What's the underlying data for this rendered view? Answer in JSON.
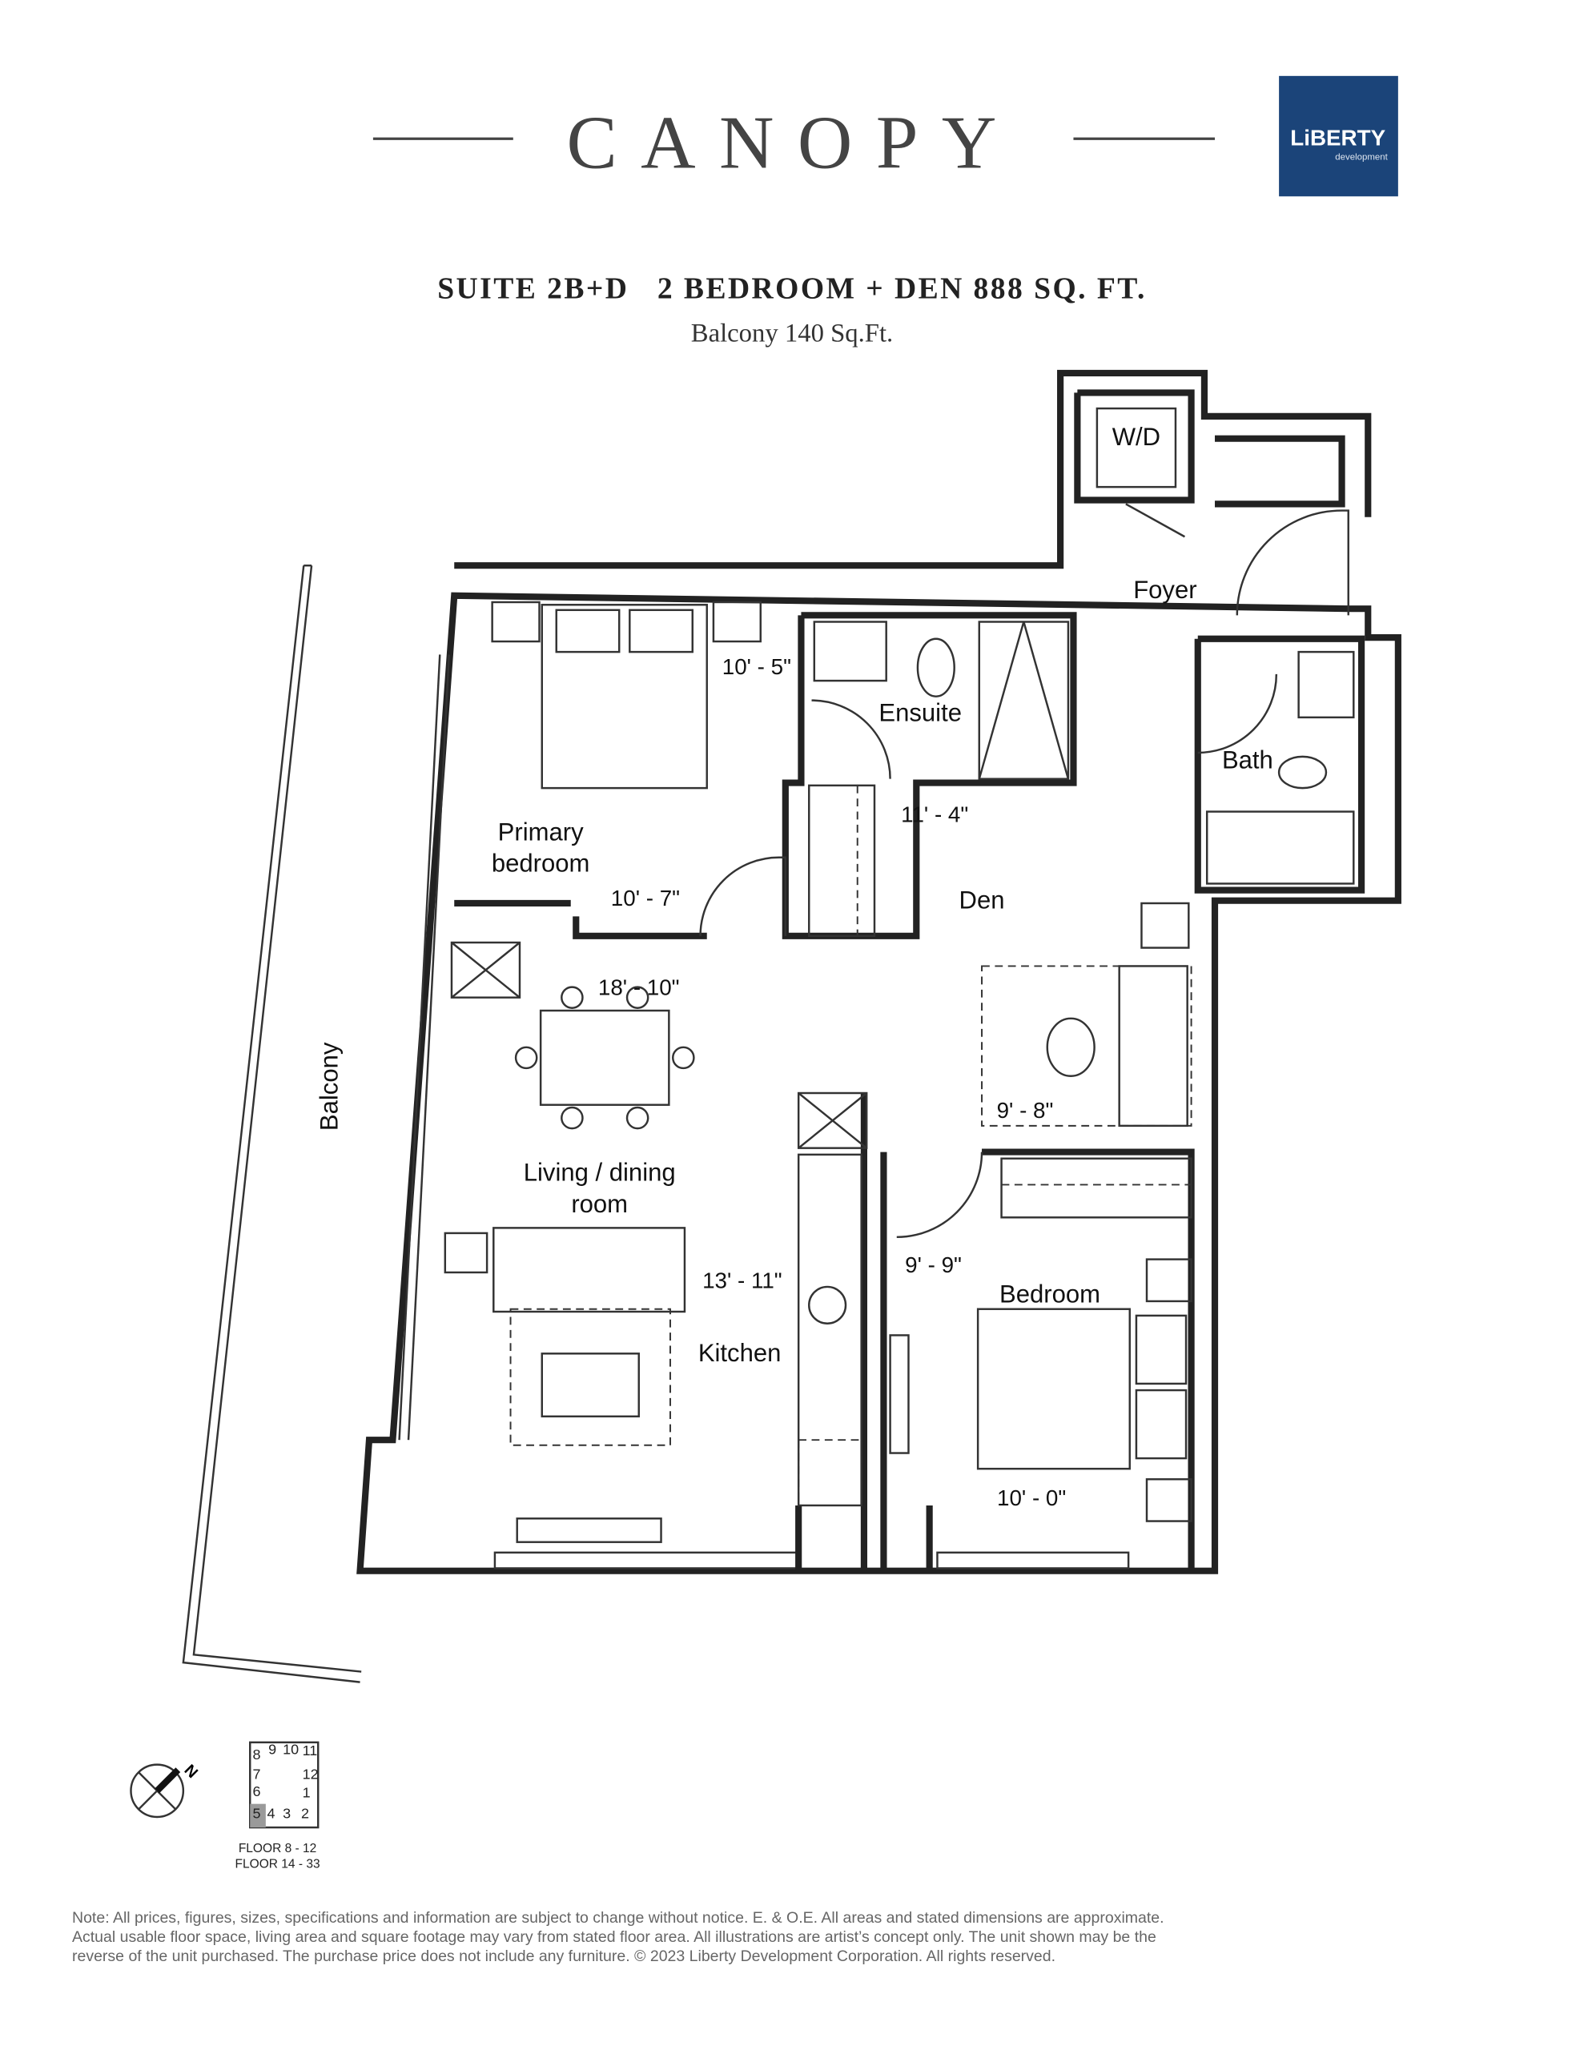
{
  "header": {
    "project_name": "CANOPY",
    "developer_logo": {
      "name": "LiBERTY",
      "sub": "development",
      "color": "#1b4479"
    }
  },
  "suite": {
    "title": "SUITE 2B+D   2 BEDROOM + DEN 888 SQ. FT.",
    "balcony": "Balcony 140 Sq.Ft."
  },
  "rooms": {
    "wd": "W/D",
    "foyer": "Foyer",
    "ensuite": "Ensuite",
    "bath": "Bath",
    "primary_1": "Primary",
    "primary_2": "bedroom",
    "den": "Den",
    "living_1": "Living / dining",
    "living_2": "room",
    "kitchen": "Kitchen",
    "bedroom": "Bedroom",
    "balcony": "Balcony"
  },
  "dimensions": {
    "primary_width": "10' - 5\"",
    "primary_depth": "10' - 7\"",
    "den": "11' - 4\"",
    "living_length": "18' - 10\"",
    "living_width": "13' - 11\"",
    "den_desk": "9' - 8\"",
    "bedroom_depth": "9' - 9\"",
    "bedroom_width": "10' - 0\""
  },
  "key_plan": {
    "north": "N",
    "units": [
      "1",
      "2",
      "3",
      "4",
      "5",
      "6",
      "7",
      "8",
      "9",
      "10",
      "11",
      "12"
    ],
    "highlighted_unit": "5",
    "highlight_color": "#9a9a9a",
    "floors": [
      "FLOOR 8 - 12",
      "FLOOR 14 - 33"
    ]
  },
  "note": [
    "Note:  All prices, figures, sizes, specifications and information are subject to change without notice.  E. & O.E.  All areas and stated dimensions are approximate.",
    "Actual usable floor space, living area and square footage may vary from stated floor area.  All illustrations are artist’s concept only.  The unit shown may be the",
    "reverse of the unit purchased. The purchase price does not include any furniture. © 2023 Liberty Development Corporation. All rights reserved."
  ]
}
